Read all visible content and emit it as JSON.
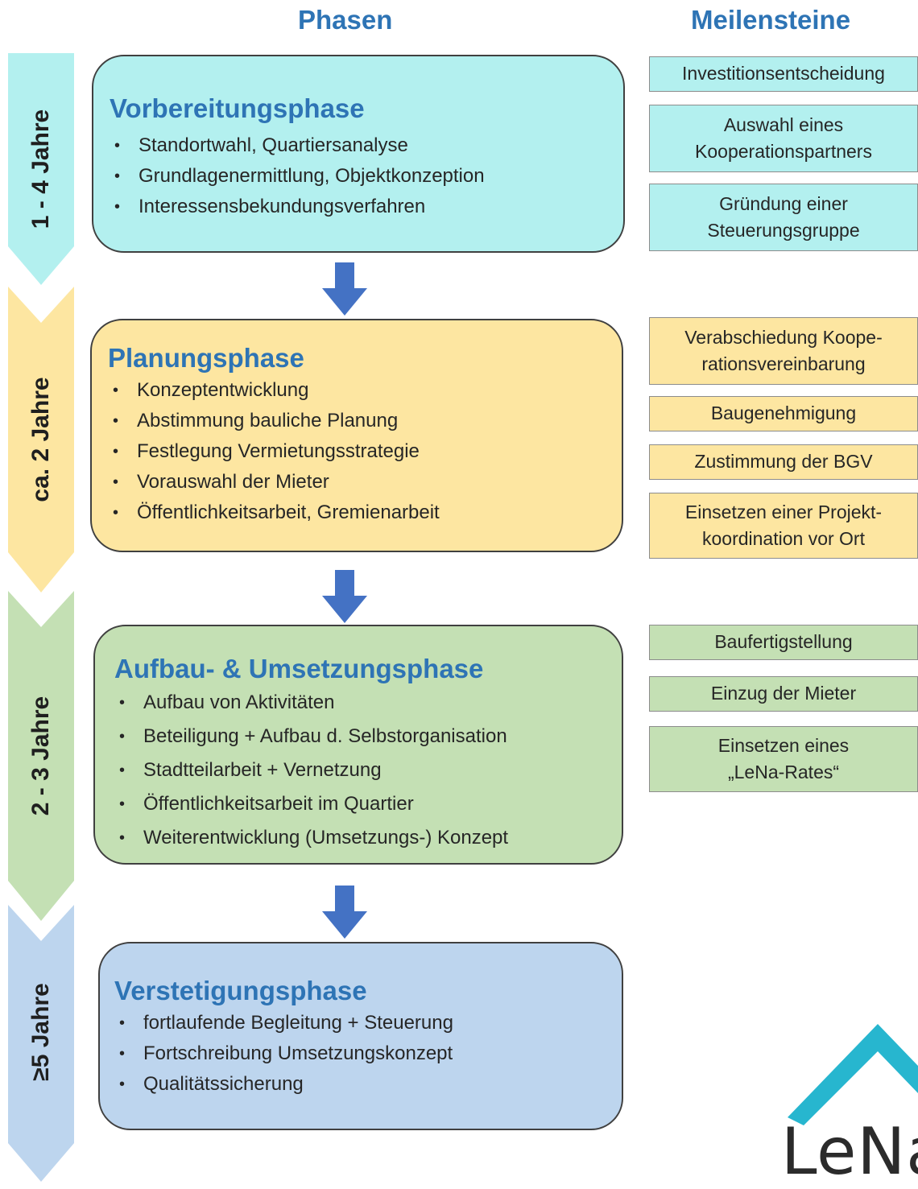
{
  "headers": {
    "phases": "Phasen",
    "milestones": "Meilensteine"
  },
  "colors": {
    "cyan": "#b3f0ef",
    "yellow": "#fde6a1",
    "green": "#c4e0b4",
    "blue": "#bdd5ee",
    "accent": "#2e74b5",
    "arrow": "#4472c4",
    "logo_roof": "#27b6cf"
  },
  "durations": [
    "1 - 4 Jahre",
    "ca. 2 Jahre",
    "2 - 3 Jahre",
    "≥5 Jahre"
  ],
  "phases": [
    {
      "title": "Vorbereitungsphase",
      "items": [
        "Standortwahl, Quartiersanalyse",
        "Grundlagenermittlung, Objektkonzeption",
        "Interessensbekundungsverfahren"
      ]
    },
    {
      "title": "Planungsphase",
      "items": [
        "Konzeptentwicklung",
        "Abstimmung bauliche Planung",
        "Festlegung Vermietungsstrategie",
        "Vorauswahl der Mieter",
        "Öffentlichkeitsarbeit, Gremienarbeit"
      ]
    },
    {
      "title": "Aufbau- & Umsetzungsphase",
      "items": [
        "Aufbau von Aktivitäten",
        "Beteiligung + Aufbau d. Selbstorganisation",
        "Stadtteilarbeit + Vernetzung",
        "Öffentlichkeitsarbeit im Quartier",
        "Weiterentwicklung (Umsetzungs-) Konzept"
      ]
    },
    {
      "title": "Verstetigungsphase",
      "items": [
        "fortlaufende Begleitung + Steuerung",
        "Fortschreibung Umsetzungskonzept",
        "Qualitätssicherung"
      ]
    }
  ],
  "milestones": [
    [
      "Investitionsentscheidung",
      "Auswahl eines Kooperationspartners",
      "Gründung einer Steuerungsgruppe"
    ],
    [
      "Verabschiedung Koope-rationsvereinbarung",
      "Baugenehmigung",
      "Zustimmung der BGV",
      "Einsetzen einer Projekt-koordination vor Ort"
    ],
    [
      "Baufertigstellung",
      "Einzug der Mieter",
      "Einsetzen eines „LeNa-Rates“"
    ]
  ],
  "logo": {
    "text": "LeNa"
  }
}
